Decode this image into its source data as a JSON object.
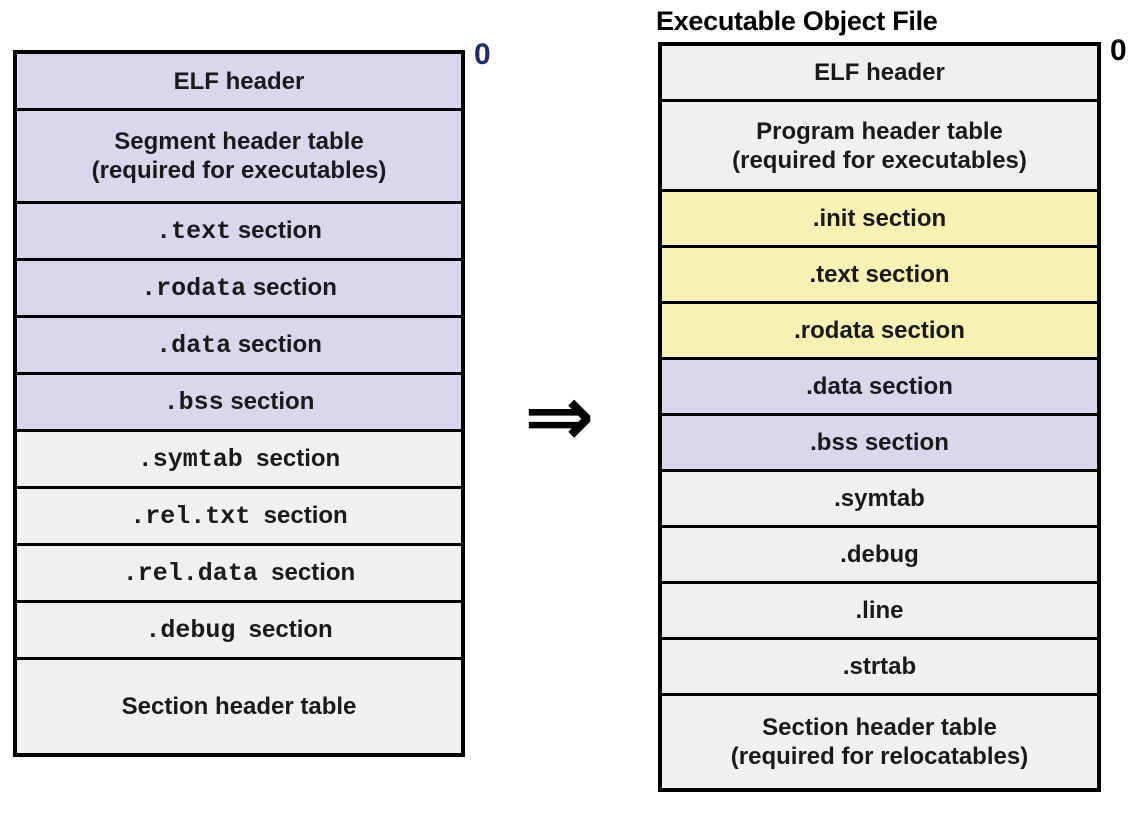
{
  "colors": {
    "lavender": "#d9d7ee",
    "yellow": "#f5f2b4",
    "gray": "#f0f0f0",
    "left_marker_color": "#232a6e",
    "right_marker_color": "#000000"
  },
  "left_diagram": {
    "offset_marker": "0",
    "rows": [
      {
        "text": "ELF header"
      },
      {
        "line1": "Segment header table",
        "line2": "(required for executables)"
      },
      {
        "mono": ".text",
        "rest": " section"
      },
      {
        "mono": ".rodata",
        "rest": " section"
      },
      {
        "mono": ".data",
        "rest": " section"
      },
      {
        "mono": ".bss",
        "rest": " section"
      },
      {
        "mono": ".symtab",
        "rest": "  section"
      },
      {
        "mono": ".rel.txt",
        "rest": "  section"
      },
      {
        "mono": ".rel.data",
        "rest": "  section"
      },
      {
        "mono": ".debug",
        "rest": "  section"
      },
      {
        "text": "Section header table"
      }
    ]
  },
  "arrow": {
    "glyph": "⇒"
  },
  "right_diagram": {
    "title": "Executable Object File",
    "offset_marker": "0",
    "rows": [
      {
        "text": "ELF header"
      },
      {
        "line1": "Program header table",
        "line2": "(required for executables)"
      },
      {
        "text": ".init section"
      },
      {
        "text": ".text section"
      },
      {
        "text": ".rodata section"
      },
      {
        "text": ".data section"
      },
      {
        "text": ".bss section"
      },
      {
        "text": ".symtab"
      },
      {
        "text": ".debug"
      },
      {
        "text": ".line"
      },
      {
        "text": ".strtab"
      },
      {
        "line1": "Section header table",
        "line2": "(required for relocatables)"
      }
    ]
  }
}
